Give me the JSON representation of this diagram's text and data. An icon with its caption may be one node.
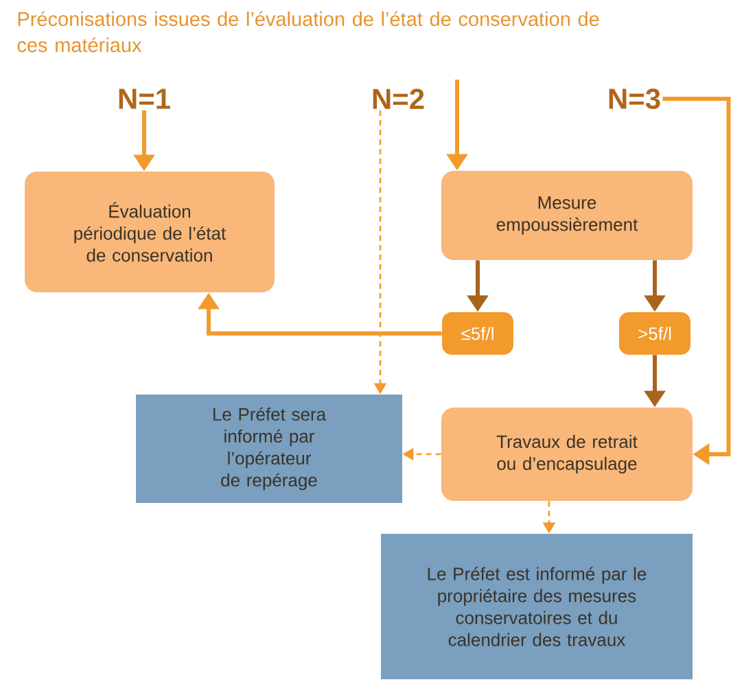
{
  "diagram": {
    "title": "Préconisations issues de l’évaluation de l’état de conservation de ces matériaux",
    "nodes": [
      {
        "text": [
          "N=1"
        ]
      },
      {
        "text": [
          "N=2"
        ]
      },
      {
        "text": [
          "N=3"
        ]
      },
      {
        "text": [
          "Évaluation périodique de l’état de conservation"
        ]
      },
      {
        "text": [
          "Mesure empoussièrement"
        ]
      },
      {
        "text": [
          "≤5f/l"
        ]
      },
      {
        "text": [
          ">5f/l"
        ]
      },
      {
        "text": [
          "Le Préfet sera informé par l’opérateur de repérage"
        ]
      },
      {
        "text": [
          "Travaux de retrait ou d’encapsulage"
        ]
      },
      {
        "text": [
          "Le Préfet est informé par le propriétaire des mesures conservatoires et du calendrier des travaux"
        ]
      }
    ],
    "edges": [
      {
        "from": 0,
        "to": 3,
        "arrow": "to"
      },
      {
        "from": 1,
        "to": 7,
        "arrow": "to",
        "style": "dashed"
      },
      {
        "from": null,
        "to": 4,
        "arrow": "to"
      },
      {
        "from": 4,
        "to": 5,
        "arrow": "to",
        "color": "#a8641e"
      },
      {
        "from": 4,
        "to": 6,
        "arrow": "to",
        "color": "#a8641e"
      },
      {
        "from": 5,
        "to": 3,
        "arrow": "to"
      },
      {
        "from": 6,
        "to": 8,
        "arrow": "to",
        "color": "#a8641e"
      },
      {
        "from": 2,
        "to": 8,
        "arrow": "to"
      },
      {
        "from": 8,
        "to": 7,
        "arrow": "to",
        "style": "dashed"
      },
      {
        "from": 8,
        "to": 9,
        "arrow": "to",
        "style": "dashed"
      }
    ]
  }
}
